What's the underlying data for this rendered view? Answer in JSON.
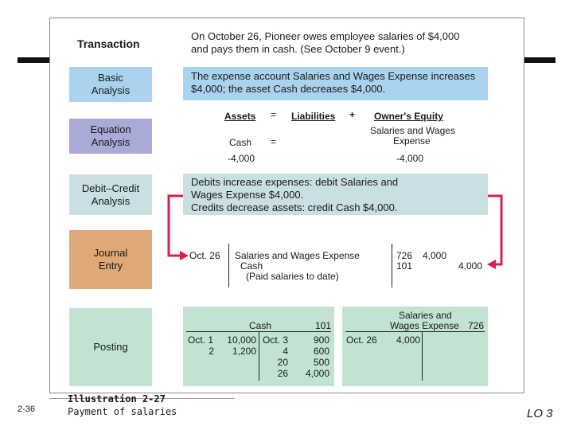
{
  "slide": {
    "page_number": "2-36",
    "caption_title": "Illustration 2-27",
    "caption_subtitle": "Payment of salaries",
    "lo": "LO 3"
  },
  "transaction": {
    "label": "Transaction",
    "text_line1": "On October 26, Pioneer owes employee salaries of $4,000",
    "text_line2": "and pays them in cash. (See October 9 event.)"
  },
  "basic": {
    "label_line1": "Basic",
    "label_line2": "Analysis",
    "text_line1": "The expense account Salaries and Wages Expense increases",
    "text_line2": "$4,000; the asset Cash decreases $4,000."
  },
  "equation": {
    "label_line1": "Equation",
    "label_line2": "Analysis",
    "assets": "Assets",
    "eq1": "=",
    "liabilities": "Liabilities",
    "plus": "+",
    "owners_equity": "Owner's Equity",
    "cash": "Cash",
    "eq2": "=",
    "swe_line1": "Salaries and Wages",
    "swe_line2": "Expense",
    "cash_amount": "-4,000",
    "swe_amount": "-4,000"
  },
  "debit_credit": {
    "label_line1": "Debit–Credit",
    "label_line2": "Analysis",
    "line1": "Debits increase expenses: debit Salaries and",
    "line2": "Wages Expense $4,000.",
    "line3": "Credits decrease assets: credit Cash $4,000."
  },
  "journal": {
    "label_line1": "Journal",
    "label_line2": "Entry",
    "date": "Oct. 26",
    "debit_account": "Salaries and Wages Expense",
    "credit_account": "Cash",
    "explanation": "(Paid salaries to date)",
    "debit_ref": "726",
    "credit_ref": "101",
    "debit_amount": "4,000",
    "credit_amount": "4,000"
  },
  "posting": {
    "label": "Posting",
    "cash": {
      "title": "Cash",
      "number": "101",
      "left_dates": [
        "Oct. 1",
        "2"
      ],
      "left_amounts": [
        "10,000",
        "1,200"
      ],
      "right_dates": [
        "Oct. 3",
        "4",
        "20",
        "26"
      ],
      "right_amounts": [
        "900",
        "600",
        "500",
        "4,000"
      ]
    },
    "swe": {
      "title_line1": "Salaries and",
      "title_line2": "Wages Expense",
      "number": "726",
      "left_date": "Oct. 26",
      "left_amount": "4,000"
    }
  },
  "colors": {
    "blue": "#a9d3ee",
    "purple": "#aaaad8",
    "gray_blue": "#cadfe3",
    "orange": "#dfa877",
    "green": "#c2e3d2",
    "arrow": "#d6204f"
  }
}
